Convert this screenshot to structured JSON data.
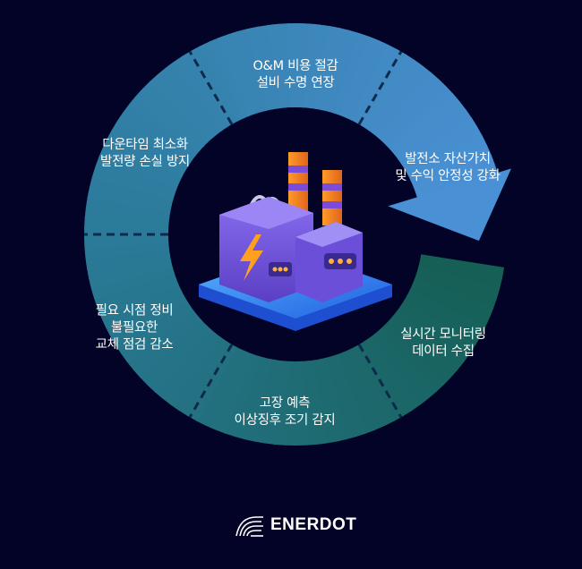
{
  "colors": {
    "background": "#020326",
    "ring_start": "#155f55",
    "ring_mid": "#2a7a98",
    "ring_end": "#4a90d4",
    "divider": "#0d2a4a",
    "text": "#ffffff"
  },
  "segments": [
    {
      "lines": [
        "O&M 비용 절감",
        "설비 수명 연장"
      ]
    },
    {
      "lines": [
        "발전소 자산가치",
        "및 수익 안정성 강화"
      ]
    },
    {
      "lines": [
        "실시간 모니터링",
        "데이터 수집"
      ]
    },
    {
      "lines": [
        "고장 예측",
        "이상징후 조기 감지"
      ]
    },
    {
      "lines": [
        "필요 시점 정비",
        "불필요한",
        "교체 점검 감소"
      ]
    },
    {
      "lines": [
        "다운타임 최소화",
        "발전량 손실 방지"
      ]
    }
  ],
  "center_icon": "power-plant-factory-icon",
  "logo": {
    "text": "ENERDOT",
    "icon": "enerdot-wave-logo-icon"
  }
}
